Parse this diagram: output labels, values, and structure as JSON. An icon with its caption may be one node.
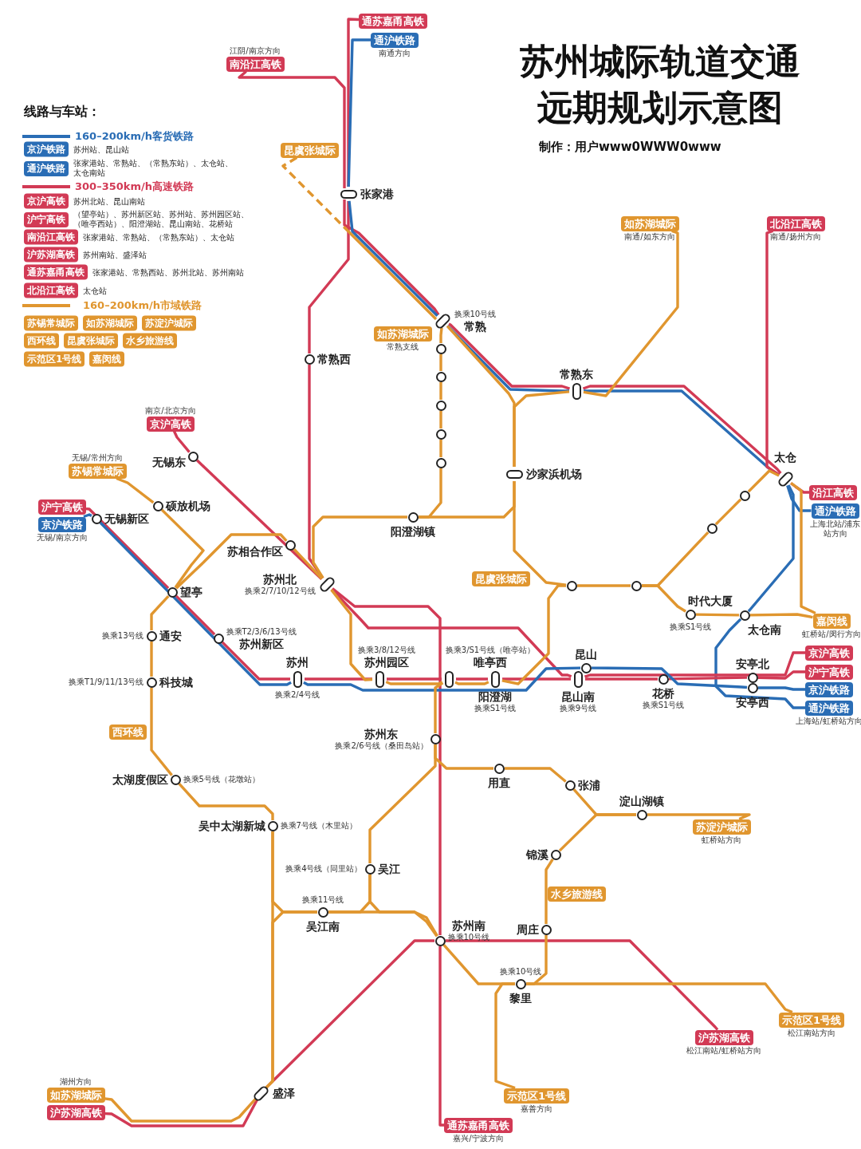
{
  "diagram": {
    "title": "苏州城际轨道交通远期规划示意图",
    "nodes": [
      {
        "text": [
          "通苏嘉甬高铁"
        ]
      },
      {
        "text": [
          "通沪铁路"
        ],
        "beside": [
          "南通方向"
        ]
      },
      {
        "text": [
          "南沿江高铁"
        ],
        "beside": [
          "江阴/南京方向"
        ]
      },
      {
        "text": [
          "昆虞张城际"
        ]
      },
      {
        "text": [
          "张家港"
        ]
      },
      {
        "text": [
          "如苏湖城际"
        ],
        "beside": [
          "南通/如东方向"
        ]
      },
      {
        "text": [
          "北沿江高铁"
        ],
        "beside": [
          "南通/扬州方向"
        ]
      },
      {
        "text": [
          "常熟"
        ],
        "beside": [
          "换乘10号线"
        ]
      },
      {
        "text": [],
        "shape": "circle"
      },
      {
        "text": [
          "常熟西"
        ]
      },
      {
        "text": [],
        "shape": "circle"
      },
      {
        "text": [
          "常熟东"
        ]
      },
      {
        "text": [],
        "shape": "circle"
      },
      {
        "text": [],
        "shape": "circle"
      },
      {
        "text": [
          "京沪高铁"
        ],
        "beside": [
          "南京/北京方向"
        ]
      },
      {
        "text": [
          "无锡东"
        ]
      },
      {
        "text": [],
        "shape": "circle"
      },
      {
        "text": [
          "苏锡常城际"
        ],
        "beside": [
          "无锡/常州方向"
        ]
      },
      {
        "text": [
          "沙家浜机场"
        ]
      },
      {
        "text": [
          "太仓"
        ]
      },
      {
        "text": [
          "沿江高铁"
        ]
      },
      {
        "text": [
          "沪宁高铁"
        ]
      },
      {
        "text": [
          "京沪铁路"
        ],
        "beside": [
          "无锡/南京方向"
        ]
      },
      {
        "text": [
          "硕放机场"
        ]
      },
      {
        "text": [
          "通沪铁路"
        ],
        "beside": [
          "上海北站/浦东站方向"
        ]
      },
      {
        "text": [
          "无锡新区"
        ]
      },
      {
        "text": [
          "阳澄湖镇"
        ]
      },
      {
        "text": [],
        "shape": "circle"
      },
      {
        "text": [],
        "shape": "circle"
      },
      {
        "text": [
          "苏相合作区"
        ]
      },
      {
        "text": [
          "苏州北"
        ],
        "beside": [
          "换乘2/7/10/12号线"
        ]
      },
      {
        "text": [],
        "shape": "circle"
      },
      {
        "text": [],
        "shape": "circle"
      },
      {
        "text": [
          "望亭"
        ]
      },
      {
        "text": [
          "时代大厦"
        ],
        "beside": [
          "换乘S1号线"
        ]
      },
      {
        "text": [
          "太仓南"
        ]
      },
      {
        "text": [
          "嘉闵线"
        ],
        "beside": [
          "虹桥站/闵行方向"
        ]
      },
      {
        "text": [
          "通安"
        ],
        "beside": [
          "换乘13号线"
        ]
      },
      {
        "text": [
          "苏州新区"
        ],
        "beside": [
          "换乘T2/3/6/13号线"
        ]
      },
      {
        "text": [
          "京沪高铁"
        ]
      },
      {
        "text": [
          "沪宁高铁"
        ]
      },
      {
        "text": [
          "昆山"
        ]
      },
      {
        "text": [
          "苏州"
        ],
        "beside": [
          "换乘2/4号线"
        ]
      },
      {
        "text": [
          "苏州园区"
        ],
        "beside": [
          "换乘3/8/12号线"
        ]
      },
      {
        "text": [
          "唯亭西"
        ],
        "beside": [
          "换乘3/S1号线（唯亭站）"
        ]
      },
      {
        "text": [
          "阳澄湖"
        ],
        "beside": [
          "换乘S1号线"
        ]
      },
      {
        "text": [
          "昆山南"
        ],
        "beside": [
          "换乘9号线"
        ]
      },
      {
        "text": [
          "花桥"
        ],
        "beside": [
          "换乘S1号线"
        ]
      },
      {
        "text": [
          "安亭北"
        ]
      },
      {
        "text": [
          "安亭西"
        ]
      },
      {
        "text": [
          "京沪铁路"
        ]
      },
      {
        "text": [
          "科技城"
        ],
        "beside": [
          "换乘T1/9/11/13号线"
        ]
      },
      {
        "text": [
          "通沪铁路"
        ],
        "beside": [
          "上海站/虹桥站方向"
        ]
      },
      {
        "text": [
          "苏州东"
        ],
        "beside": [
          "换乘2/6号线（桑田岛站）"
        ]
      },
      {
        "text": [
          "用直"
        ]
      },
      {
        "text": [
          "太湖度假区"
        ],
        "beside": [
          "换乘5号线（花墩站）"
        ]
      },
      {
        "text": [
          "张浦"
        ]
      },
      {
        "text": [
          "淀山湖镇"
        ]
      },
      {
        "text": [
          "吴中太湖新城"
        ],
        "beside": [
          "换乘7号线（木里站）"
        ]
      },
      {
        "text": [
          "苏淀沪城际"
        ],
        "beside": [
          "虹桥站方向"
        ]
      },
      {
        "text": [
          "锦溪"
        ]
      },
      {
        "text": [
          "吴江"
        ],
        "beside": [
          "换乘4号线（同里站）"
        ]
      },
      {
        "text": [
          "吴江南"
        ],
        "beside": [
          "换乘11号线"
        ]
      },
      {
        "text": [
          "周庄"
        ]
      },
      {
        "text": [
          "苏州南"
        ],
        "beside": [
          "换乘10号线"
        ]
      },
      {
        "text": [
          "黎里"
        ],
        "beside": [
          "换乘10号线"
        ]
      },
      {
        "text": [
          "示范区1号线"
        ],
        "beside": [
          "松江南站方向"
        ]
      },
      {
        "text": [
          "沪苏湖高铁"
        ],
        "beside": [
          "松江南站/虹桥站方向"
        ]
      },
      {
        "text": [
          "盛泽"
        ]
      },
      {
        "text": [
          "如苏湖城际"
        ],
        "beside": [
          "湖州方向"
        ]
      },
      {
        "text": [
          "示范区1号线"
        ],
        "beside": [
          "嘉善方向"
        ]
      },
      {
        "text": [
          "沪苏湖高铁"
        ]
      },
      {
        "text": [
          "通苏嘉甬高铁"
        ],
        "beside": [
          "嘉兴/宁波方向"
        ]
      },
      {
        "text": [
          "如苏湖城际"
        ],
        "beside": [
          "常熟支线"
        ]
      },
      {
        "text": [
          "昆虞张城际"
        ]
      },
      {
        "text": [
          "西环线"
        ]
      },
      {
        "text": [
          "水乡旅游线"
        ]
      }
    ],
    "edges": [
      {
        "from": 0,
        "to": 4,
        "arrow": "none",
        "color": "#d23a55"
      },
      {
        "from": 4,
        "to": 9,
        "arrow": "none",
        "color": "#d23a55"
      },
      {
        "from": 9,
        "to": 30,
        "arrow": "none",
        "color": "#d23a55"
      },
      {
        "from": 30,
        "to": 64,
        "arrow": "none",
        "color": "#d23a55"
      },
      {
        "from": 64,
        "to": 72,
        "arrow": "none",
        "color": "#d23a55"
      },
      {
        "from": 2,
        "to": 4,
        "arrow": "none",
        "color": "#d23a55"
      },
      {
        "from": 4,
        "to": 7,
        "arrow": "none",
        "color": "#d23a55"
      },
      {
        "from": 7,
        "to": 11,
        "arrow": "none",
        "color": "#d23a55"
      },
      {
        "from": 11,
        "to": 19,
        "arrow": "none",
        "color": "#d23a55"
      },
      {
        "from": 19,
        "to": 20,
        "arrow": "none",
        "color": "#d23a55"
      },
      {
        "from": 1,
        "to": 4,
        "arrow": "none",
        "color": "#2a6db5"
      },
      {
        "from": 4,
        "to": 7,
        "arrow": "none",
        "color": "#2a6db5"
      },
      {
        "from": 7,
        "to": 11,
        "arrow": "none",
        "color": "#2a6db5"
      },
      {
        "from": 11,
        "to": 19,
        "arrow": "none",
        "color": "#2a6db5"
      },
      {
        "from": 19,
        "to": 24,
        "arrow": "none",
        "color": "#2a6db5"
      },
      {
        "from": 19,
        "to": 35,
        "arrow": "none",
        "color": "#2a6db5"
      },
      {
        "from": 35,
        "to": 52,
        "arrow": "none",
        "color": "#2a6db5"
      },
      {
        "from": 6,
        "to": 19,
        "arrow": "none",
        "color": "#d23a55"
      },
      {
        "from": 14,
        "to": 15,
        "arrow": "none",
        "color": "#d23a55"
      },
      {
        "from": 15,
        "to": 30,
        "arrow": "none",
        "color": "#d23a55"
      },
      {
        "from": 30,
        "to": 46,
        "arrow": "none",
        "color": "#d23a55"
      },
      {
        "from": 46,
        "to": 39,
        "arrow": "none",
        "color": "#d23a55"
      },
      {
        "from": 21,
        "to": 33,
        "arrow": "none",
        "color": "#d23a55"
      },
      {
        "from": 33,
        "to": 38,
        "arrow": "none",
        "color": "#d23a55"
      },
      {
        "from": 38,
        "to": 42,
        "arrow": "none",
        "color": "#d23a55"
      },
      {
        "from": 42,
        "to": 43,
        "arrow": "none",
        "color": "#d23a55"
      },
      {
        "from": 43,
        "to": 44,
        "arrow": "none",
        "color": "#d23a55"
      },
      {
        "from": 44,
        "to": 45,
        "arrow": "none",
        "color": "#d23a55"
      },
      {
        "from": 45,
        "to": 46,
        "arrow": "none",
        "color": "#d23a55"
      },
      {
        "from": 46,
        "to": 47,
        "arrow": "none",
        "color": "#d23a55"
      },
      {
        "from": 47,
        "to": 48,
        "arrow": "none",
        "color": "#d23a55"
      },
      {
        "from": 48,
        "to": 40,
        "arrow": "none",
        "color": "#d23a55"
      },
      {
        "from": 22,
        "to": 25,
        "arrow": "none",
        "color": "#2a6db5"
      },
      {
        "from": 25,
        "to": 42,
        "arrow": "none",
        "color": "#2a6db5"
      },
      {
        "from": 42,
        "to": 41,
        "arrow": "none",
        "color": "#2a6db5"
      },
      {
        "from": 41,
        "to": 49,
        "arrow": "none",
        "color": "#2a6db5"
      },
      {
        "from": 49,
        "to": 50,
        "arrow": "none",
        "color": "#2a6db5"
      },
      {
        "from": 67,
        "to": 64,
        "arrow": "none",
        "color": "#d23a55"
      },
      {
        "from": 64,
        "to": 68,
        "arrow": "none",
        "color": "#d23a55"
      },
      {
        "from": 68,
        "to": 71,
        "arrow": "none",
        "color": "#d23a55"
      },
      {
        "from": 3,
        "to": 7,
        "arrow": "none",
        "style": "dashed"
      },
      {
        "from": 7,
        "to": 18,
        "arrow": "none"
      },
      {
        "from": 5,
        "to": 11,
        "arrow": "none"
      },
      {
        "from": 11,
        "to": 18,
        "arrow": "none"
      },
      {
        "from": 7,
        "to": 8,
        "arrow": "none"
      },
      {
        "from": 8,
        "to": 10,
        "arrow": "none"
      },
      {
        "from": 10,
        "to": 12,
        "arrow": "none"
      },
      {
        "from": 12,
        "to": 13,
        "arrow": "none"
      },
      {
        "from": 13,
        "to": 16,
        "arrow": "none"
      },
      {
        "from": 16,
        "to": 26,
        "arrow": "none"
      },
      {
        "from": 26,
        "to": 30,
        "arrow": "none"
      },
      {
        "from": 26,
        "to": 18,
        "arrow": "none"
      },
      {
        "from": 18,
        "to": 31,
        "arrow": "none"
      },
      {
        "from": 31,
        "to": 32,
        "arrow": "none"
      },
      {
        "from": 32,
        "to": 28,
        "arrow": "none"
      },
      {
        "from": 28,
        "to": 27,
        "arrow": "none"
      },
      {
        "from": 27,
        "to": 19,
        "arrow": "none"
      },
      {
        "from": 32,
        "to": 34,
        "arrow": "none"
      },
      {
        "from": 34,
        "to": 35,
        "arrow": "none"
      },
      {
        "from": 35,
        "to": 36,
        "arrow": "none"
      },
      {
        "from": 19,
        "to": 36,
        "arrow": "none"
      },
      {
        "from": 45,
        "to": 31,
        "arrow": "none"
      },
      {
        "from": 17,
        "to": 23,
        "arrow": "none"
      },
      {
        "from": 23,
        "to": 33,
        "arrow": "none"
      },
      {
        "from": 29,
        "to": 33,
        "arrow": "none"
      },
      {
        "from": 29,
        "to": 30,
        "arrow": "none"
      },
      {
        "from": 30,
        "to": 43,
        "arrow": "none"
      },
      {
        "from": 43,
        "to": 44,
        "arrow": "none"
      },
      {
        "from": 44,
        "to": 45,
        "arrow": "none"
      },
      {
        "from": 44,
        "to": 53,
        "arrow": "none"
      },
      {
        "from": 33,
        "to": 37,
        "arrow": "none"
      },
      {
        "from": 37,
        "to": 51,
        "arrow": "none"
      },
      {
        "from": 51,
        "to": 55,
        "arrow": "none"
      },
      {
        "from": 55,
        "to": 58,
        "arrow": "none"
      },
      {
        "from": 58,
        "to": 68,
        "arrow": "none"
      },
      {
        "from": 68,
        "to": 69,
        "arrow": "none"
      },
      {
        "from": 62,
        "to": 58,
        "arrow": "none"
      },
      {
        "from": 62,
        "to": 68,
        "arrow": "none"
      },
      {
        "from": 61,
        "to": 62,
        "arrow": "none"
      },
      {
        "from": 53,
        "to": 61,
        "arrow": "none"
      },
      {
        "from": 61,
        "to": 64,
        "arrow": "none"
      },
      {
        "from": 53,
        "to": 54,
        "arrow": "none"
      },
      {
        "from": 54,
        "to": 56,
        "arrow": "none"
      },
      {
        "from": 56,
        "to": 57,
        "arrow": "none"
      },
      {
        "from": 57,
        "to": 59,
        "arrow": "none"
      },
      {
        "from": 60,
        "to": 57,
        "arrow": "none"
      },
      {
        "from": 60,
        "to": 63,
        "arrow": "none"
      },
      {
        "from": 63,
        "to": 65,
        "arrow": "none"
      },
      {
        "from": 64,
        "to": 65,
        "arrow": "none"
      },
      {
        "from": 65,
        "to": 66,
        "arrow": "none"
      },
      {
        "from": 65,
        "to": 70,
        "arrow": "none"
      },
      {
        "from": 62,
        "to": 64,
        "arrow": "none"
      }
    ],
    "labels": [
      "线路与车站：",
      "苏州站、昆山站",
      "张家港站、常熟站、（常熟东站）、太仓站、太仓南站",
      "苏州北站、昆山南站",
      "（望亭站）、苏州新区站、苏州站、苏州园区站、（唯亭西站）、阳澄湖站、昆山南站、花桥站",
      "张家港站、常熟站、（常熟东站）、太仓站",
      "苏州南站、盛泽站",
      "张家港站、常熟西站、苏州北站、苏州南站",
      "太仓站",
      "制作：用户www0WWW0www"
    ],
    "legend": [
      {
        "text": "160–200km/h客货铁路"
      },
      {
        "text": "京沪铁路",
        "color": "#2a6db5"
      },
      {
        "text": "通沪铁路",
        "color": "#2a6db5"
      },
      {
        "text": "300–350km/h高速铁路"
      },
      {
        "text": "京沪高铁",
        "color": "#d23a55"
      },
      {
        "text": "沪宁高铁",
        "color": "#d23a55"
      },
      {
        "text": "南沿江高铁",
        "color": "#d23a55"
      },
      {
        "text": "沪苏湖高铁",
        "color": "#d23a55"
      },
      {
        "text": "通苏嘉甬高铁",
        "color": "#d23a55"
      },
      {
        "text": "北沿江高铁",
        "color": "#d23a55"
      },
      {
        "text": "160–200km/h市域铁路"
      },
      {
        "text": "苏锡常城际",
        "color": "#e0962f"
      },
      {
        "text": "如苏湖城际",
        "color": "#e0962f"
      },
      {
        "text": "苏淀沪城际",
        "color": "#e0962f"
      },
      {
        "text": "西环线",
        "color": "#e0962f"
      },
      {
        "text": "昆虞张城际",
        "color": "#e0962f"
      },
      {
        "text": "水乡旅游线",
        "color": "#e0962f"
      },
      {
        "text": "示范区1号线",
        "color": "#e0962f"
      },
      {
        "text": "嘉闵线",
        "color": "#e0962f"
      }
    ]
  }
}
